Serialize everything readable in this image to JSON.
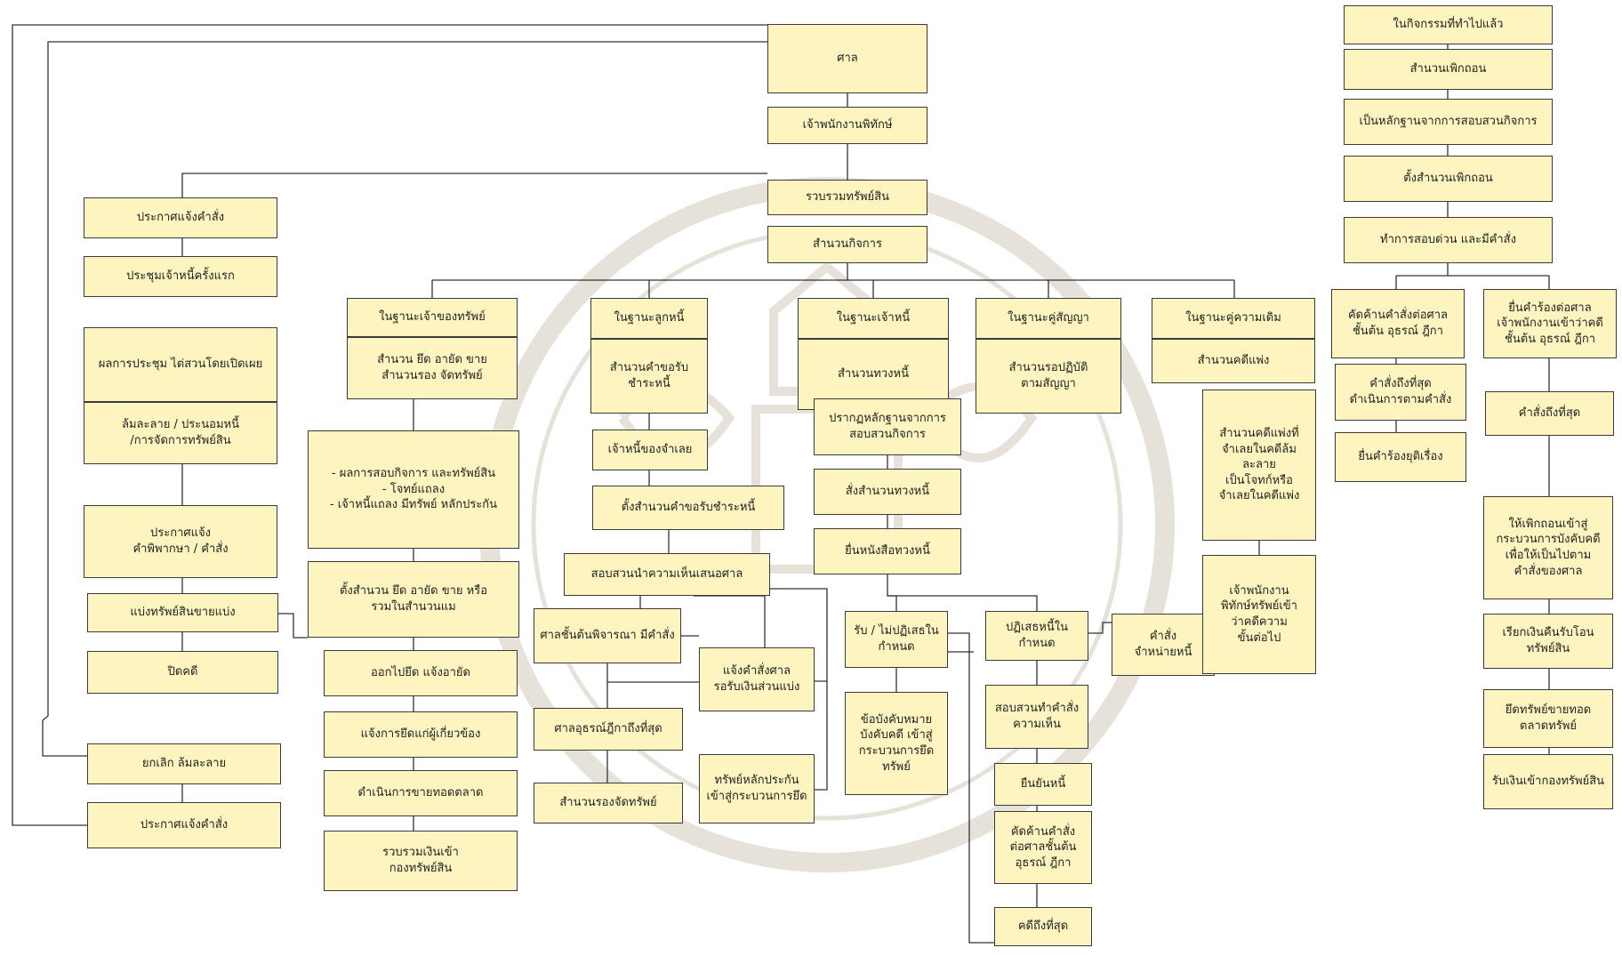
{
  "nodes": {
    "court": "ศาล",
    "official_receiver": "เจ้าพนักงานพิทักษ์",
    "collect_assets": "รวบรวมทรัพย์สิน",
    "business_dept": "สำนวนกิจการ",
    "announce_order": "ประกาศแจ้งคำสั่ง",
    "first_creditor_meeting": "ประชุมเจ้าหนี้ครั้งแรก",
    "meeting_result": "ผลการประชุม ไต่สวนโดยเปิดเผย",
    "bankrupt_options": "ล้มละลาย / ประนอมหนี้\n/การจัดการทรัพย์สิน",
    "announce_judgment": "ประกาศแจ้ง\nคำพิพากษา / คำสั่ง",
    "distribute_assets": "แบ่งทรัพย์สินขายแบ่ง",
    "close_case": "ปิดคดี",
    "revoke_bankruptcy": "ยกเลิก ล้มละลาย",
    "announce_order_2": "ประกาศแจ้งคำสั่ง",
    "as_asset_owner": "ในฐานะเจ้าของทรัพย์",
    "seize_dept": "สำนวน ยึด อายัด ขาย\nสำนวนรอง จัดทรัพย์",
    "investigation_result": "- ผลการสอบกิจการ และทรัพย์สิน\n- โจทย์แถลง\n- เจ้าหนี้แถลง มีทรัพย์ หลักประกัน",
    "set_seize_dept": "ตั้งสำนวน ยึด อายัด ขาย หรือ\nรวมในสำนวนแม",
    "issue_seizure": "ออกไปยึด แจ้งอายัด",
    "notify_seizure": "แจ้งการยึดแก่ผู้เกี่ยวข้อง",
    "auction": "ดำเนินการขายทอดตลาด",
    "collect_money": "รวบรวมเงินเข้า\nกองทรัพย์สิน",
    "as_debtor": "ในฐานะลูกหนี้",
    "debt_claim_dept": "สำนวนคำขอรับ\nชำระหนี้",
    "debtor_creditor": "เจ้าหนี้ของจำเลย",
    "set_claim_dept": "ตั้งสำนวนคำขอรับชำระหนี้",
    "examine_opinion": "สอบสวนนำความเห็นเสนอศาล",
    "court_considers": "ศาลชั้นต้นพิจารณา มีคำสั่ง",
    "notify_court_order": "แจ้งคำสั่งศาล\nรอรับเงินส่วนแบ่ง",
    "final_supreme": "ศาลอุธรณ์ฎีกาถึงที่สุด",
    "secondary_asset_dept": "สำนวนรองจัดทรัพย์",
    "collateral_seizure": "ทรัพย์หลักประกัน\nเข้าสู่กระบวนการยึด",
    "as_creditor": "ในฐานะเจ้าหนี้",
    "claim_demand_dept": "สำนวนทวงหนี้",
    "evidence_found": "ปรากฏหลักฐานจากการ\nสอบสวนกิจการ",
    "order_demand": "สั่งสำนวนทวงหนี้",
    "demand_letter": "ยื่นหนังสือทวงหนี้",
    "accept_or_not": "รับ / ไม่ปฏิเสธใน\nกำหนด",
    "enforce_claim": "ข้อบังคับหมาย\nบังคับคดี เข้าสู่\nกระบวนการยึด\nทรัพย์",
    "deny_in_time": "ปฏิเสธหนี้ใน\nกำหนด",
    "examine_opinion_order": "สอบสวนทำคำสั่ง\nความเห็น",
    "confirm_debt": "ยืนยันหนี้",
    "oppose_order": "คัดค้านคำสั่ง\nต่อศาลชั้นต้น\nอุธรณ์ ฎีกา",
    "case_final": "คดีถึงที่สุด",
    "order_sell_debt": "คำสั่ง\nจำหน่ายหนี้",
    "as_contract_party": "ในฐานะคู่สัญญา",
    "pending_contract_dept": "สำนวนรอปฏิบัติ\nตามสัญญา",
    "as_original_litigant": "ในฐานะคู่ความเดิม",
    "civil_case_dept": "สำนวนคดีแพ่ง",
    "civil_case_desc": "สำนวนคดีแพ่งที่\nจำเลยในคดีล้มละลาย\nเป็นโจทก์หรือ\nจำเลยในคดีแพ่ง",
    "receiver_continue": "เจ้าพนักงาน\nพิทักษ์ทรัพย์เข้า\nว่าคดีความ\nขั้นต่อไป",
    "in_activities_done": "ในกิจกรรมที่ทำไปแล้ว",
    "revocation_dept": "สำนวนเพิกถอน",
    "evidence_from_investigation": "เป็นหลักฐานจากการสอบสวนกิจการ",
    "set_revocation_dept": "ตั้งสำนวนเพิกถอน",
    "urgent_investigate": "ทำการสอบด่วน และมีคำสั่ง",
    "oppose_to_court": "คัดค้านคำสั่งต่อศาล\nชั้นต้น อุธรณ์ ฎีกา",
    "file_lawsuit": "ยื่นคำร้องต่อศาล\nเจ้าพนักงานเข้าว่าคดี\nชั้นต้น อุธรณ์ ฎีกา",
    "final_order_proceed": "คำสั่งถึงที่สุด\nดำเนินการตามคำสั่ง",
    "final_order": "คำสั่งถึงที่สุด",
    "petition_end": "ยื่นคำร้องยุติเรื่อง",
    "revoke_enforcement": "ให้เพิกถอนเข้าสู่\nกระบวนการบังคับคดี\nเพื่อให้เป็นไปตาม\nคำสั่งของศาล",
    "reclaim_money": "เรียกเงินคืนรับโอน\nทรัพย์สิน",
    "seize_sell": "ยึดทรัพย์ขายทอด\nตลาดทรัพย์",
    "receive_money": "รับเงินเข้ากองทรัพย์สิน"
  },
  "colors": {
    "box_fill": "#fdf4c0",
    "box_border": "#3a3a3a",
    "line": "#333333"
  }
}
